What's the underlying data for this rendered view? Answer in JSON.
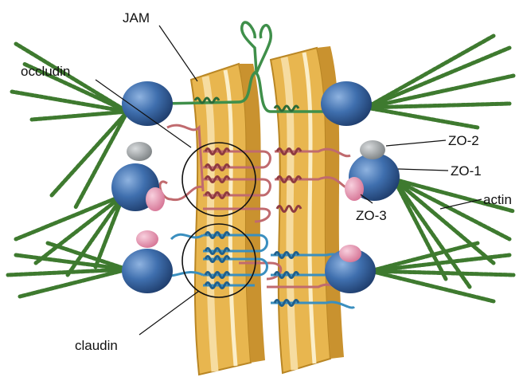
{
  "labels": {
    "jam": "JAM",
    "occludin": "occludin",
    "zo2": "ZO-2",
    "zo1": "ZO-1",
    "actin": "actin",
    "zo3": "ZO-3",
    "claudin": "claudin"
  },
  "colors": {
    "membrane": "#e8b64f",
    "membrane_light": "#f6dca0",
    "membrane_edge": "#b98624",
    "zo1": "#3f6fae",
    "zo2": "#9ea3a6",
    "zo3": "#e89bb3",
    "actin": "#3e7a2f",
    "jam": "#3f8f4a",
    "occludin": "#c06a6e",
    "claudin": "#3a8fbf"
  },
  "icons": [
    "zo1-sphere-icon",
    "zo2-cap-icon",
    "zo3-cap-icon",
    "actin-filament-icon",
    "magnifier-circle-icon"
  ]
}
